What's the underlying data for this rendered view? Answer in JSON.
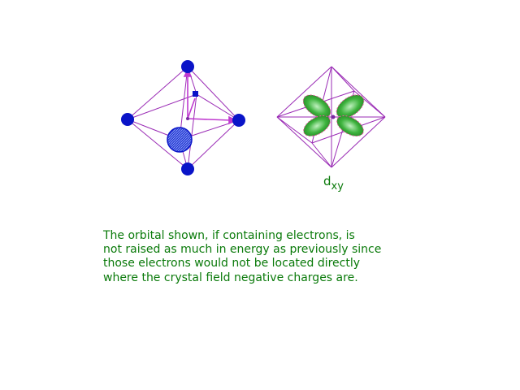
{
  "diagram": {
    "orbital_label": {
      "main": "d",
      "subscript": "xy"
    },
    "caption_lines": [
      "The orbital shown, if containing electrons, is",
      "not raised as much in energy as previously since",
      "those electrons would not be located directly",
      "where the crystal field negative charges are."
    ],
    "colors": {
      "ligand": "#0a14c8",
      "octahedron_edge": "#9a2bb5",
      "orbital_lobe": "#2ea82e",
      "orbital_lobe_highlight": "#e85aa0",
      "caption_text": "#0a7a0a"
    }
  }
}
